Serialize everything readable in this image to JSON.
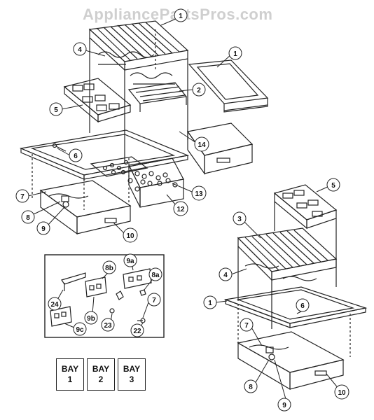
{
  "watermark": "AppliancePartsPros.com",
  "callouts": [
    {
      "id": "c-top-1",
      "label": "1"
    },
    {
      "id": "c-top-4",
      "label": "4"
    },
    {
      "id": "c-top-1b",
      "label": "1"
    },
    {
      "id": "c-top-2",
      "label": "2"
    },
    {
      "id": "c-top-5",
      "label": "5"
    },
    {
      "id": "c-top-14",
      "label": "14"
    },
    {
      "id": "c-top-6",
      "label": "6"
    },
    {
      "id": "c-top-13",
      "label": "13"
    },
    {
      "id": "c-top-7",
      "label": "7"
    },
    {
      "id": "c-top-12",
      "label": "12"
    },
    {
      "id": "c-top-8",
      "label": "8"
    },
    {
      "id": "c-top-9",
      "label": "9"
    },
    {
      "id": "c-top-10",
      "label": "10"
    },
    {
      "id": "c-r-5",
      "label": "5"
    },
    {
      "id": "c-r-3",
      "label": "3"
    },
    {
      "id": "c-r-4",
      "label": "4"
    },
    {
      "id": "c-r-1",
      "label": "1"
    },
    {
      "id": "c-r-6",
      "label": "6"
    },
    {
      "id": "c-r-7",
      "label": "7"
    },
    {
      "id": "c-r-8",
      "label": "8"
    },
    {
      "id": "c-r-9",
      "label": "9"
    },
    {
      "id": "c-r-10",
      "label": "10"
    },
    {
      "id": "c-d-8b",
      "label": "8b"
    },
    {
      "id": "c-d-9a",
      "label": "9a"
    },
    {
      "id": "c-d-8a",
      "label": "8a"
    },
    {
      "id": "c-d-7",
      "label": "7"
    },
    {
      "id": "c-d-24",
      "label": "24"
    },
    {
      "id": "c-d-9b",
      "label": "9b"
    },
    {
      "id": "c-d-23",
      "label": "23"
    },
    {
      "id": "c-d-22",
      "label": "22"
    },
    {
      "id": "c-d-9c",
      "label": "9c"
    }
  ],
  "bays": [
    {
      "line1": "BAY",
      "line2": "1"
    },
    {
      "line1": "BAY",
      "line2": "2"
    },
    {
      "line1": "BAY",
      "line2": "3"
    }
  ]
}
